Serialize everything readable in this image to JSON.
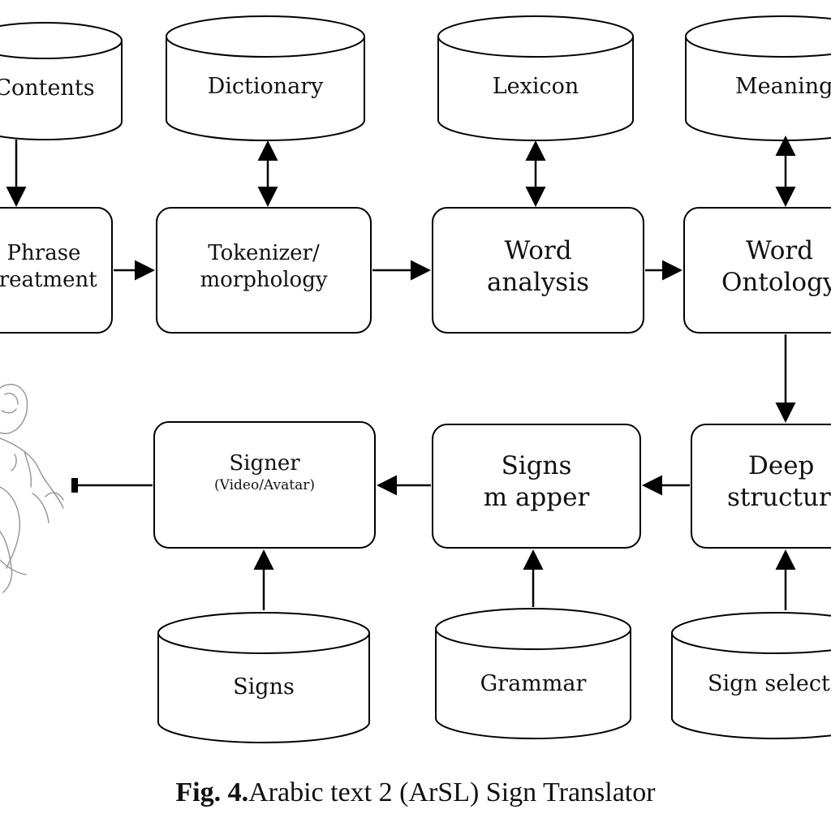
{
  "databases": {
    "contents": "Contents",
    "dictionary": "Dictionary",
    "lexicon": "Lexicon",
    "meaning": "Meaning",
    "signs": "Signs",
    "grammar": "Grammar",
    "sign_select": "Sign select"
  },
  "boxes": {
    "phrase_treatment": [
      "Phrase",
      "treatment"
    ],
    "tokenizer": [
      "Tokenizer/",
      "morphology"
    ],
    "word_analysis": [
      "Word",
      "analysis"
    ],
    "word_ontology": [
      "Word",
      "Ontology"
    ],
    "deep_structure": [
      "Deep",
      "structure"
    ],
    "signs_mapper": [
      "Signs",
      "m apper"
    ],
    "signer": [
      "Signer",
      "(Video/Avatar)"
    ]
  },
  "caption": {
    "prefix": "Fig. 4.",
    "text": "Arabic text 2 (ArSL) Sign  Translator"
  }
}
